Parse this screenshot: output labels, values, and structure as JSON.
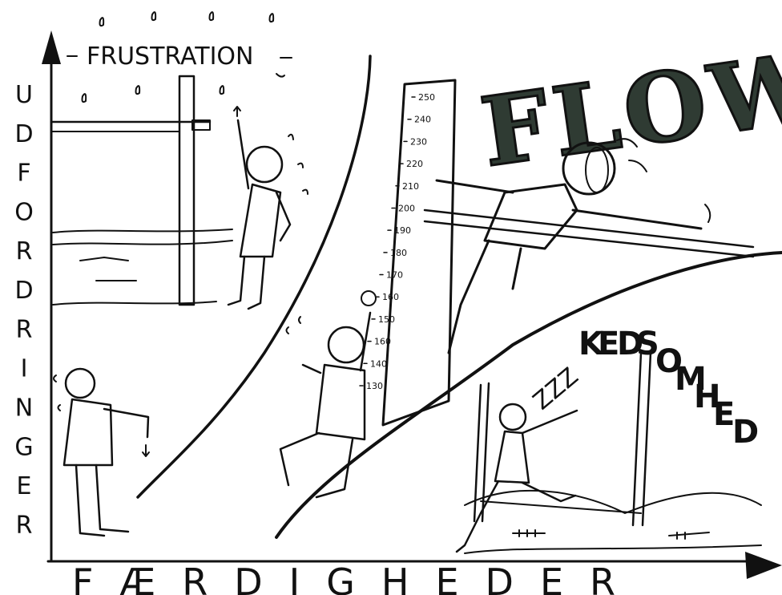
{
  "diagram": {
    "y_axis_label": "UDFORDRINGER",
    "x_axis_label": "FÆRDIGHEDER",
    "zones": [
      {
        "label": "FRUSTRATION"
      },
      {
        "label": "FLOW"
      },
      {
        "label": "KEDSOMHED"
      }
    ],
    "sleep_letters": "ZZZ",
    "scale_ticks": [
      "250",
      "240",
      "230",
      "220",
      "210",
      "200",
      "190",
      "180",
      "170",
      "160",
      "150",
      "160",
      "140",
      "130"
    ]
  },
  "colors": {
    "ink": "#111111",
    "flow_fill": "#2f3b33",
    "paper": "#ffffff"
  },
  "icons": [
    "arrow-up-icon",
    "arrow-right-icon",
    "sweat-drop-icon",
    "high-jump-bar-icon",
    "measuring-pole-icon"
  ]
}
